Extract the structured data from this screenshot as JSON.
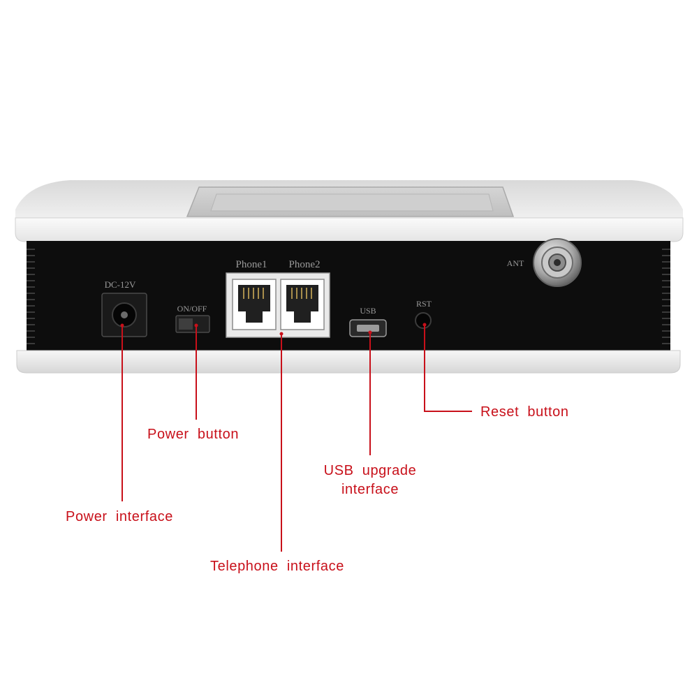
{
  "device": {
    "port_labels": {
      "dc": "DC-12V",
      "switch": "ON/OFF",
      "phone1": "Phone1",
      "phone2": "Phone2",
      "usb": "USB",
      "rst": "RST",
      "ant": "ANT"
    }
  },
  "callouts": [
    {
      "id": "power-interface",
      "text": "Power interface"
    },
    {
      "id": "power-button",
      "text": "Power button"
    },
    {
      "id": "telephone-interface",
      "text": "Telephone interface"
    },
    {
      "id": "usb-upgrade-interface",
      "lines": [
        "USB upgrade",
        "interface"
      ]
    },
    {
      "id": "reset-button",
      "text": "Reset button"
    }
  ],
  "colors": {
    "callout": "#c8101a",
    "body_black": "#0d0d0d",
    "shell_white": "#f4f4f4"
  }
}
